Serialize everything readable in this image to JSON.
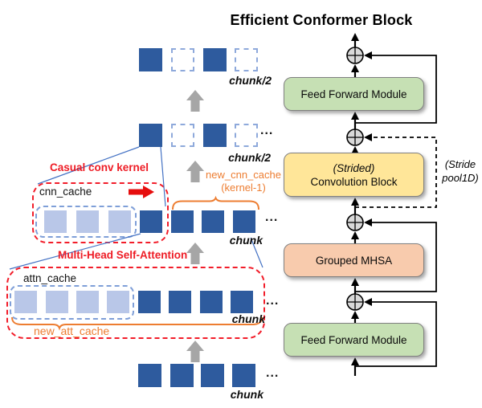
{
  "title": "Efficient Conformer Block",
  "glyphs": {
    "dots": "..."
  },
  "colors": {
    "chunk_solid": "#2e5b9e",
    "chunk_cache_fill": "#b9c7e8",
    "chunk_dashed_border": "#8ea9db",
    "red_accent": "#ee1c25",
    "orange_accent": "#ed7d31",
    "gray_arrow": "#a6a6a6",
    "module_green": "#c6e0b4",
    "module_yellow": "#ffe699",
    "module_salmon": "#f8cbad",
    "connector_blue": "#4472c4"
  },
  "left": {
    "rows": [
      {
        "name": "output-row-top",
        "label": "chunk/2",
        "dots": false,
        "cells": [
          "solid",
          "dashed",
          "solid",
          "dashed"
        ]
      },
      {
        "name": "pooled-row",
        "label": "chunk/2",
        "dots": true,
        "cells": [
          "solid",
          "dashed",
          "solid",
          "dashed"
        ]
      },
      {
        "name": "conv-row",
        "label": "chunk",
        "dots": true,
        "cells": [
          "cache",
          "cache",
          "cache",
          "solid",
          "solid",
          "solid",
          "solid"
        ]
      },
      {
        "name": "attention-row",
        "label": "chunk",
        "dots": true,
        "cells": [
          "cache",
          "cache",
          "cache",
          "cache",
          "solid",
          "solid",
          "solid",
          "solid"
        ]
      },
      {
        "name": "input-row",
        "label": "chunk",
        "dots": true,
        "cells": [
          "solid",
          "solid",
          "solid",
          "solid"
        ]
      }
    ],
    "cnn": {
      "title": "Casual conv kernel",
      "cache_label": "cnn_cache"
    },
    "attn": {
      "title": "Multi-Head Self-Attention",
      "cache_label": "attn_cache"
    },
    "annotations": {
      "new_cnn_cache": "new_cnn_cache",
      "kernel_minus_one": "(kernel-1)",
      "new_att_cache": "new_att_cache"
    }
  },
  "right": {
    "modules": [
      {
        "label": "Feed Forward Module",
        "color": "green"
      },
      {
        "prefix": "(Strided)",
        "label": "Convolution Block",
        "color": "yellow"
      },
      {
        "label": "Grouped MHSA",
        "color": "salmon"
      },
      {
        "label": "Feed Forward Module",
        "color": "green"
      }
    ],
    "stride_note": {
      "line1": "(Stride",
      "line2": "pool1D)"
    }
  }
}
